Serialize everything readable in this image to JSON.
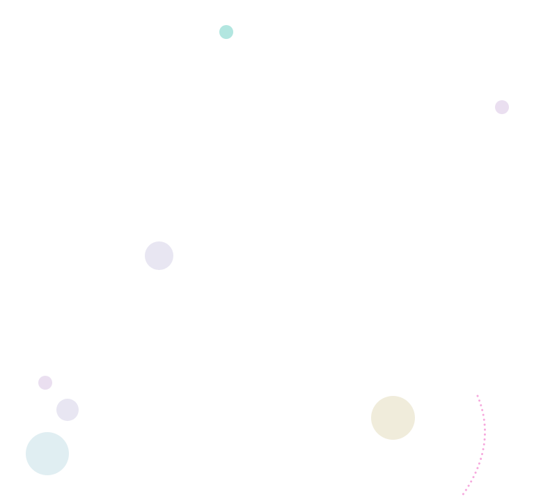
{
  "decor": {
    "colors": {
      "teal": "#b2e6e0",
      "mauve": "#eadff0",
      "lavender": "#e8e6f2",
      "ice": "#e0eef2",
      "cream": "#f0ecdb",
      "pink_dots": "#f6a9dd"
    },
    "circles": [
      {
        "name": "teal-dot",
        "color": "teal"
      },
      {
        "name": "mauve-dot-top-right",
        "color": "mauve"
      },
      {
        "name": "lavender-circle-middle",
        "color": "lavender"
      },
      {
        "name": "mauve-dot-bottom-left",
        "color": "mauve"
      },
      {
        "name": "lavender-circle-bottom-left",
        "color": "lavender"
      },
      {
        "name": "ice-circle-bottom-left",
        "color": "ice"
      },
      {
        "name": "cream-circle-bottom-right",
        "color": "cream"
      }
    ]
  }
}
